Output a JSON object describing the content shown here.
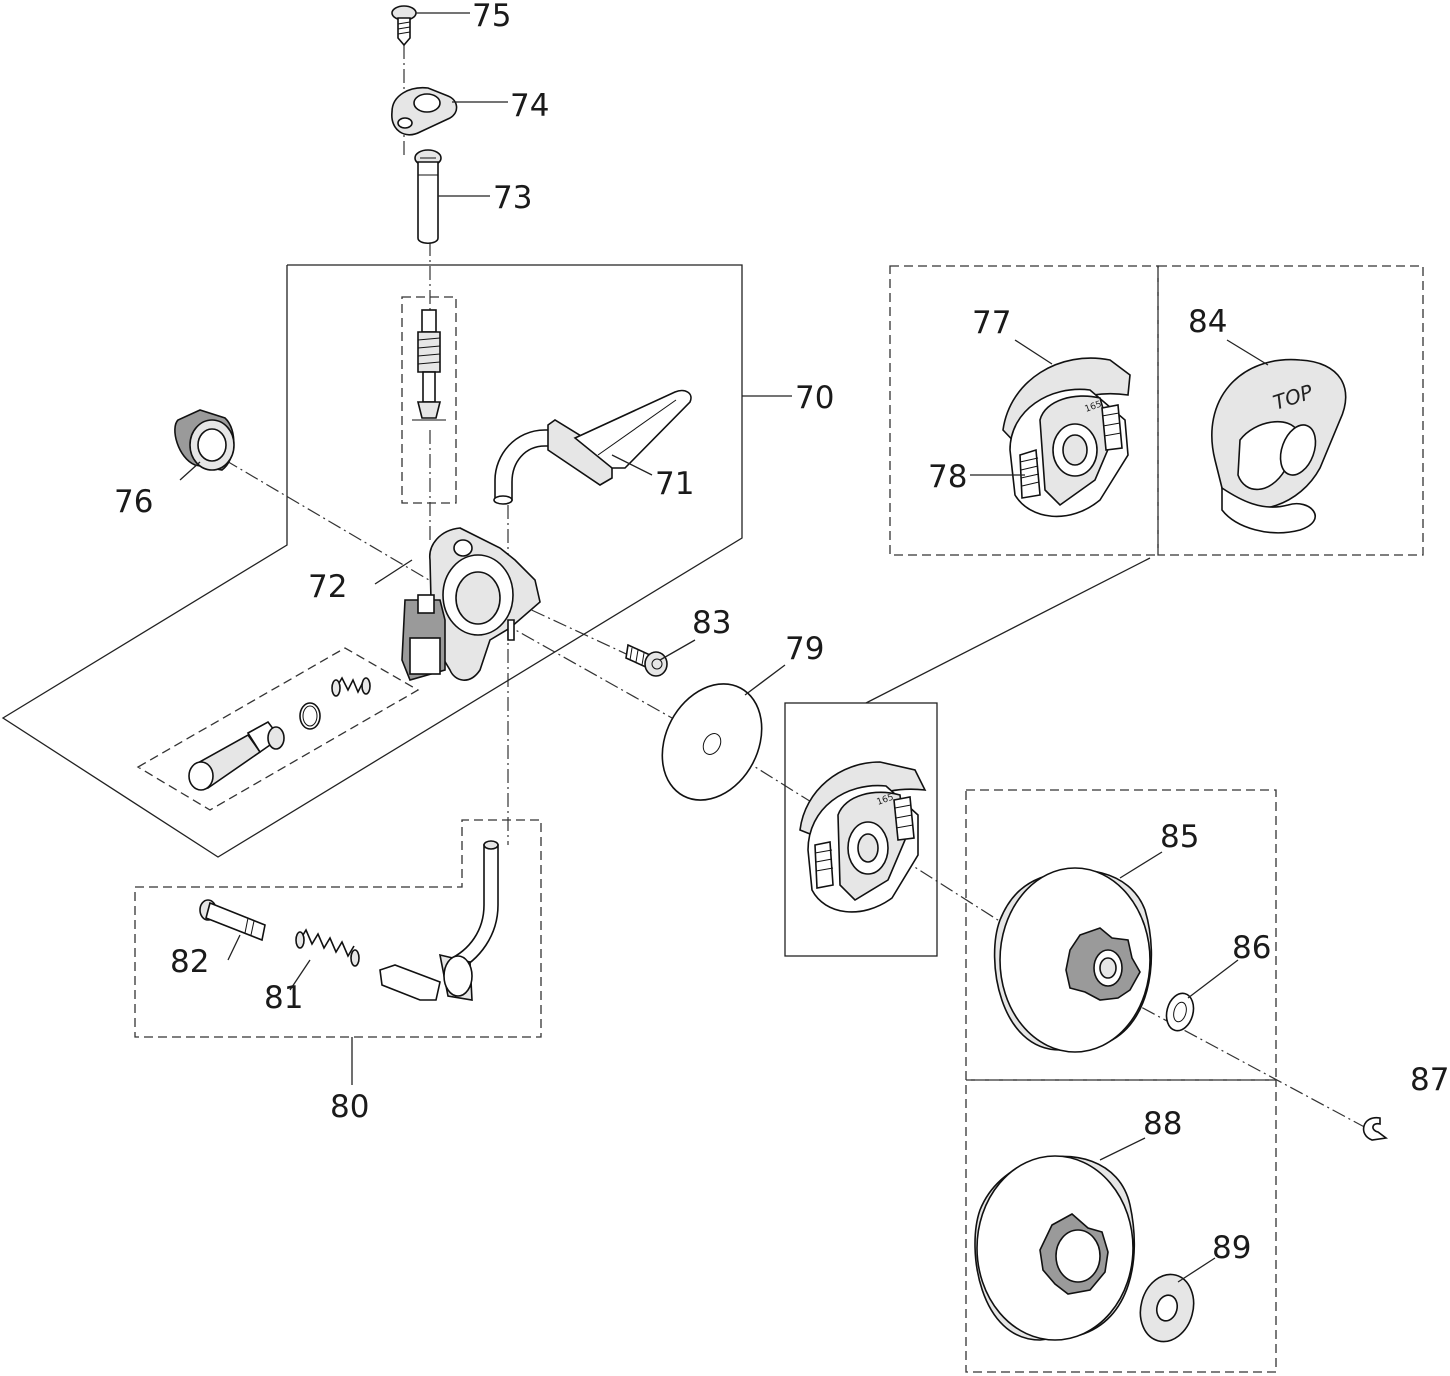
{
  "callouts": {
    "n70": "70",
    "n71": "71",
    "n72": "72",
    "n73": "73",
    "n74": "74",
    "n75": "75",
    "n76": "76",
    "n77": "77",
    "n78": "78",
    "n79": "79",
    "n80": "80",
    "n81": "81",
    "n82": "82",
    "n83": "83",
    "n84": "84",
    "n85": "85",
    "n86": "86",
    "n87": "87",
    "n88": "88",
    "n89": "89"
  },
  "markings": {
    "top_label": "TOP",
    "clutch_code": "165"
  }
}
